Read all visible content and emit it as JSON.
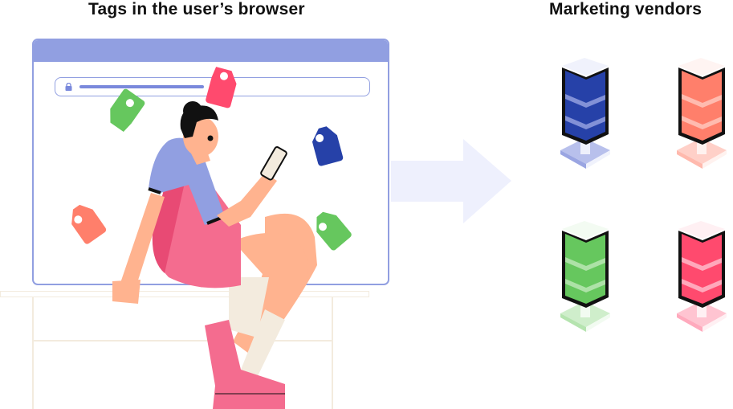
{
  "headings": {
    "left": "Tags in the user’s browser",
    "right": "Marketing vendors"
  },
  "browser": {
    "frame_color": "#919fe1",
    "url_bar_color": "#7a89dc",
    "icons": [
      "lock-icon"
    ]
  },
  "tags": [
    {
      "color": "#ff4a6e",
      "label": "tag-red"
    },
    {
      "color": "#66c75e",
      "label": "tag-green"
    },
    {
      "color": "#2641a8",
      "label": "tag-blue"
    },
    {
      "color": "#ff7f6b",
      "label": "tag-coral"
    },
    {
      "color": "#66c75e",
      "label": "tag-green-2"
    }
  ],
  "arrow": {
    "color": "#eef0fd",
    "direction": "right"
  },
  "vendors": [
    {
      "name": "vendor-blue",
      "color": "#2641a8",
      "base": "#b8c0ec"
    },
    {
      "name": "vendor-coral",
      "color": "#ff7f6b",
      "base": "#ffd0c8"
    },
    {
      "name": "vendor-green",
      "color": "#66c75e",
      "base": "#cfeecb"
    },
    {
      "name": "vendor-red",
      "color": "#ff4a6e",
      "base": "#ffc4d1"
    }
  ]
}
